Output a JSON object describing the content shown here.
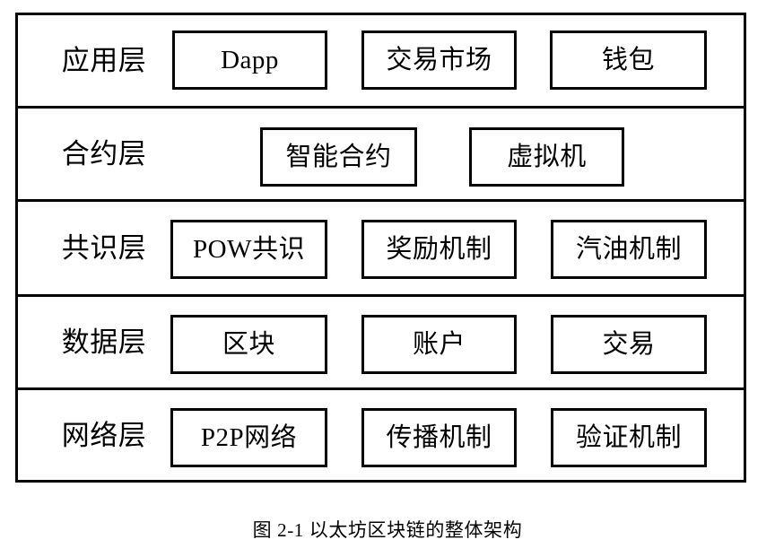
{
  "figure": {
    "caption": "图 2-1 以太坊区块链的整体架构",
    "border_color": "#000000",
    "background_color": "#ffffff"
  },
  "diagram": {
    "type": "layered-architecture",
    "layers": [
      {
        "name": "应用层",
        "components": [
          "Dapp",
          "交易市场",
          "钱包"
        ]
      },
      {
        "name": "合约层",
        "components": [
          "智能合约",
          "虚拟机"
        ]
      },
      {
        "name": "共识层",
        "components": [
          "POW共识",
          "奖励机制",
          "汽油机制"
        ]
      },
      {
        "name": "数据层",
        "components": [
          "区块",
          "账户",
          "交易"
        ]
      },
      {
        "name": "网络层",
        "components": [
          "P2P网络",
          "传播机制",
          "验证机制"
        ]
      }
    ]
  }
}
